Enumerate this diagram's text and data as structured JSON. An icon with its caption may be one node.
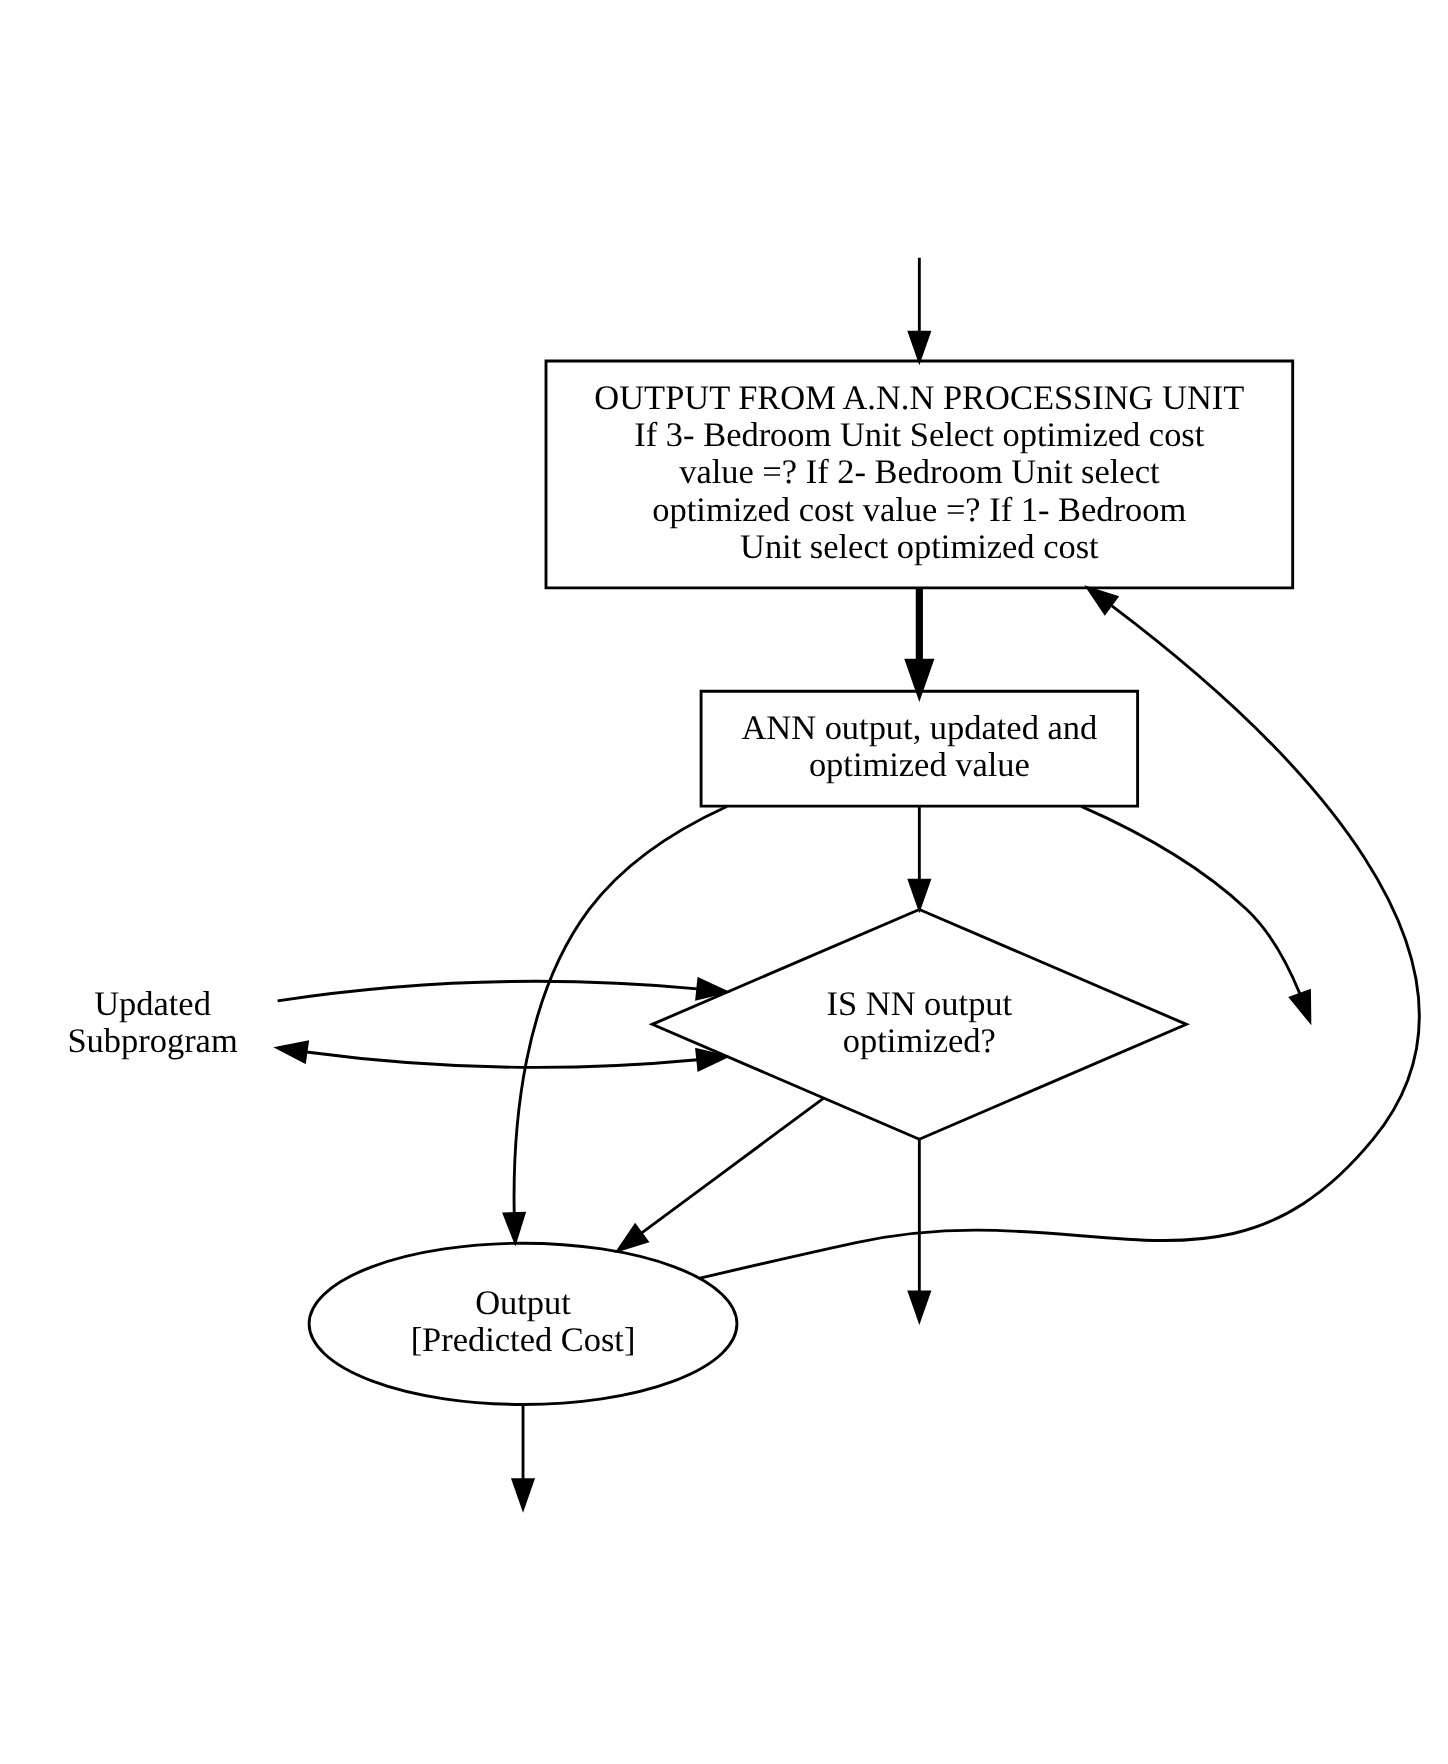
{
  "diagram": {
    "nodes": [
      {
        "text": [
          "OUTPUT FROM A.N.N PROCESSING UNIT",
          "If 3- Bedroom Unit Select optimized cost value =? If 2- Bedroom Unit select optimized cost value =? If 1- Bedroom Unit select optimized cost"
        ]
      },
      {
        "text": [
          "ANN output, updated and optimized value"
        ]
      },
      {
        "text": [
          "IS NN output optimized?"
        ]
      },
      {
        "text": [
          "Output [Predicted Cost]"
        ]
      },
      {
        "text": [
          "Updated Subprogram"
        ]
      }
    ],
    "edges": [
      {
        "from": 0,
        "to": 1,
        "arrow": "to",
        "style": "thick"
      },
      {
        "from": 1,
        "to": 2,
        "arrow": "to"
      },
      {
        "from": 2,
        "to": 3,
        "arrow": "to"
      },
      {
        "from": 1,
        "to": 3,
        "arrow": "to"
      },
      {
        "from": 3,
        "to": 0,
        "arrow": "to"
      },
      {
        "from": 4,
        "to": 2,
        "arrow": "both"
      },
      {
        "from": 4,
        "to": 2,
        "arrow": "to"
      },
      {
        "from": null,
        "to": 0,
        "arrow": "to"
      },
      {
        "from": 1,
        "to": null,
        "arrow": "to"
      },
      {
        "from": 2,
        "to": null,
        "arrow": "to"
      },
      {
        "from": 3,
        "to": null,
        "arrow": "to"
      }
    ]
  }
}
